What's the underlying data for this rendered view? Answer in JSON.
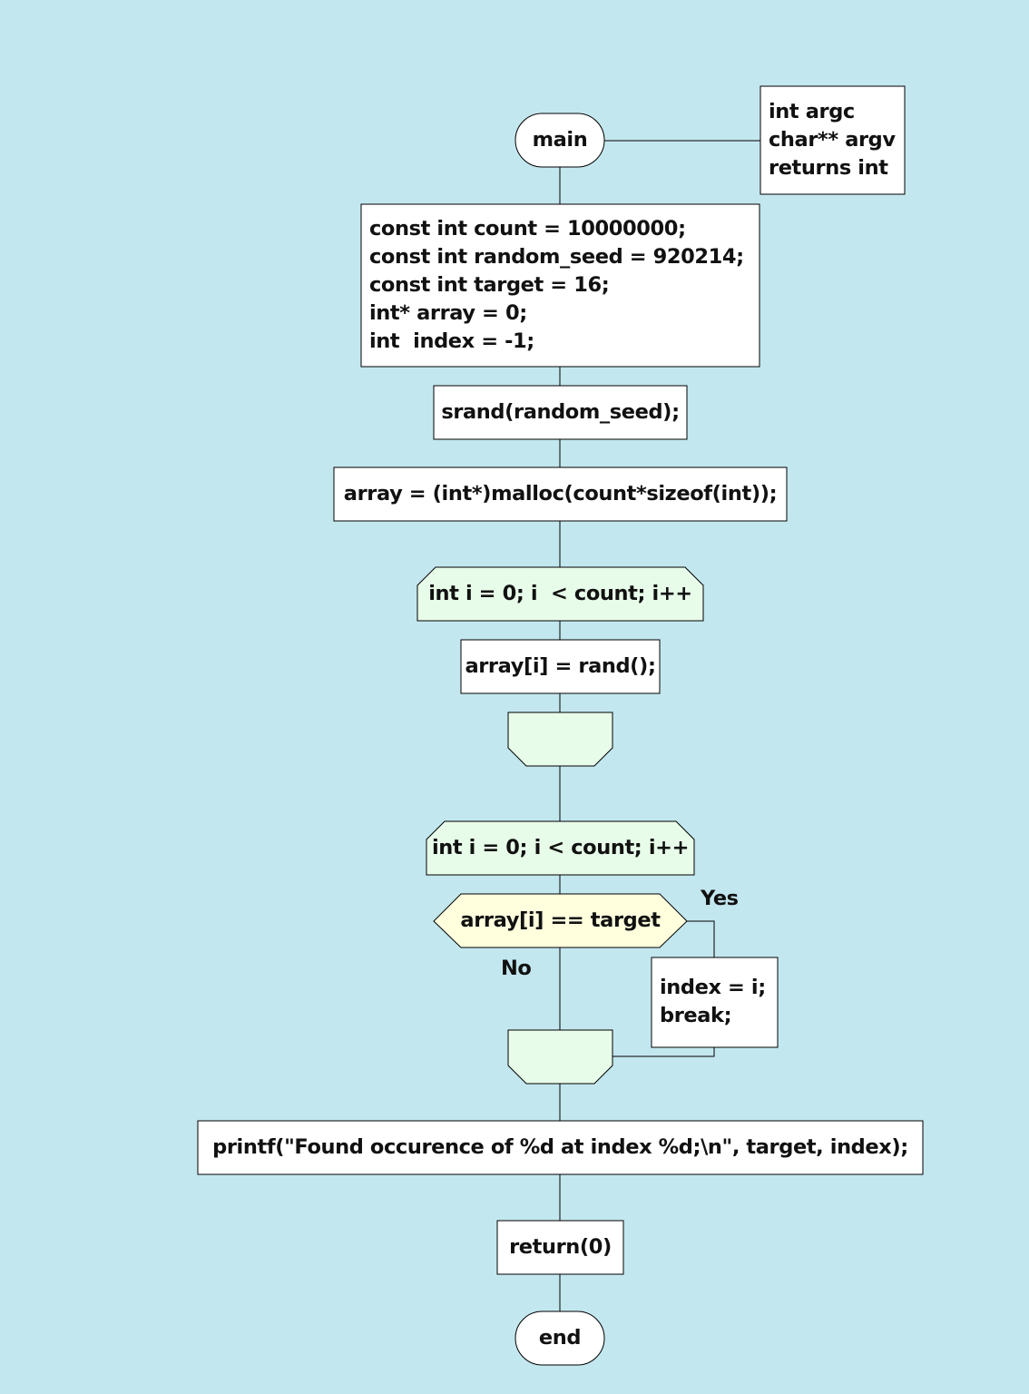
{
  "flowchart": {
    "start": {
      "label": "main"
    },
    "params": {
      "lines": [
        "int argc",
        "char** argv",
        "returns int"
      ]
    },
    "declarations": {
      "lines": [
        "const int count = 10000000;",
        "const int random_seed = 920214;",
        "const int target = 16;",
        "int* array = 0;",
        "int  index = -1;"
      ]
    },
    "srand": {
      "label": "srand(random_seed);"
    },
    "malloc": {
      "label": "array = (int*)malloc(count*sizeof(int));"
    },
    "loop1": {
      "header": "int i = 0; i  < count; i++",
      "body": "array[i] = rand();"
    },
    "loop2": {
      "header": "int i = 0; i < count; i++",
      "condition": "array[i] == target",
      "yes_label": "Yes",
      "no_label": "No",
      "then_lines": [
        "index = i;",
        "break;"
      ]
    },
    "printf": {
      "label": "printf(\"Found occurence of %d at index %d;\\n\", target, index);"
    },
    "return": {
      "label": "return(0)"
    },
    "end": {
      "label": "end"
    }
  }
}
